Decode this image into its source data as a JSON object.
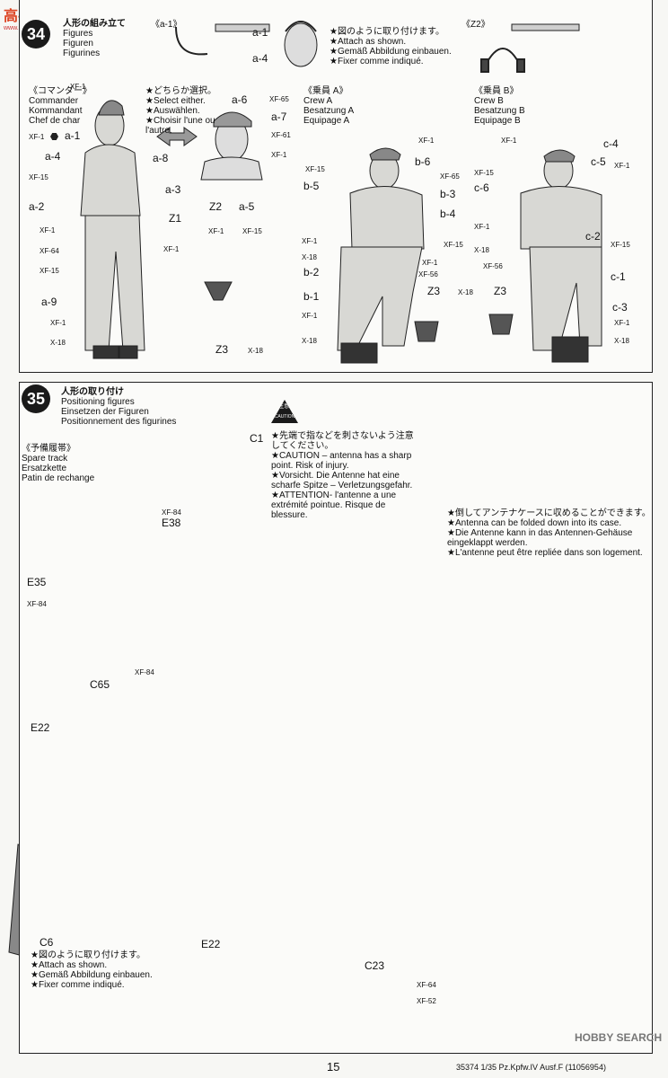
{
  "watermark": {
    "site": "高手网",
    "url": "www.gaoshou.com"
  },
  "step34": {
    "number": "34",
    "title_jp": "人形の組み立て",
    "title_en": "Figures",
    "title_de": "Figuren",
    "title_fr": "Figurines",
    "a1_header": "《a-1》",
    "z2_header": "《Z2》",
    "attach_jp": "★図のように取り付けます。",
    "attach_en": "★Attach as shown.",
    "attach_de": "★Gemäß Abbildung einbauen.",
    "attach_fr": "★Fixer comme indiqué.",
    "commander_jp": "《コマンダー》",
    "commander_en": "Commander",
    "commander_de": "Kommandant",
    "commander_fr": "Chef de char",
    "select_jp": "★どちらか選択。",
    "select_en": "★Select either.",
    "select_de": "★Auswählen.",
    "select_fr1": "★Choisir l'une ou",
    "select_fr2": "l'autre.",
    "crew_a_jp": "《乗員 A》",
    "crew_a_en": "Crew A",
    "crew_a_de": "Besatzung A",
    "crew_a_fr": "Equipage A",
    "crew_b_jp": "《乗員 B》",
    "crew_b_en": "Crew B",
    "crew_b_de": "Besatzung B",
    "crew_b_fr": "Equipage B",
    "parts": {
      "a1": "a-1",
      "a2": "a-2",
      "a3": "a-3",
      "a4": "a-4",
      "a5": "a-5",
      "a6": "a-6",
      "a7": "a-7",
      "a8": "a-8",
      "a9": "a-9",
      "b1": "b-1",
      "b2": "b-2",
      "b3": "b-3",
      "b4": "b-4",
      "b5": "b-5",
      "b6": "b-6",
      "c1": "c-1",
      "c2": "c-2",
      "c3": "c-3",
      "c4": "c-4",
      "c5": "c-5",
      "c6": "c-6",
      "z1": "Z1",
      "z2": "Z2",
      "z3": "Z3"
    },
    "colors": {
      "xf1": "XF-1",
      "xf15": "XF-15",
      "xf61": "XF-61",
      "xf64": "XF-64",
      "xf65": "XF-65",
      "xf56": "XF-56",
      "x18": "X-18"
    }
  },
  "step35": {
    "number": "35",
    "title_jp": "人形の取り付け",
    "title_en": "Positioning figures",
    "title_de": "Einsetzen der Figuren",
    "title_fr": "Positionnement des figurines",
    "spare_jp": "《予備履帯》",
    "spare_en": "Spare track",
    "spare_de": "Ersatzkette",
    "spare_fr": "Patin de rechange",
    "caution_icon_jp": "注意!",
    "caution_icon_en": "CAUTION",
    "caution_jp1": "★先端で指などを刺さないよう注意",
    "caution_jp2": "してください。",
    "caution_en1": "★CAUTION – antenna has a sharp",
    "caution_en2": "point. Risk of injury.",
    "caution_de1": "★Vorsicht. Die Antenne hat eine",
    "caution_de2": "scharfe Spitze – Verletzungsgefahr.",
    "caution_fr1": "★ATTENTION- l'antenne a une",
    "caution_fr2": "extrémité pointue. Risque de",
    "caution_fr3": "blessure.",
    "fold_jp": "★倒してアンテナケースに収めることができます。",
    "fold_en": "★Antenna can be folded down into its case.",
    "fold_de1": "★Die Antenne kann in das Antennen-Gehäuse",
    "fold_de2": "eingeklappt werden.",
    "fold_fr": "★L'antenne peut être repliée dans son logement.",
    "attach_jp": "★図のように取り付けます。",
    "attach_en": "★Attach as shown.",
    "attach_de": "★Gemäß Abbildung einbauen.",
    "attach_fr": "★Fixer comme indiqué.",
    "parts": {
      "c1": "C1",
      "c6": "C6",
      "c23": "C23",
      "c65": "C65",
      "e22": "E22",
      "e35": "E35",
      "e38": "E38"
    },
    "colors": {
      "xf84": "XF-84",
      "xf64": "XF-64",
      "xf52": "XF-52"
    }
  },
  "footer": {
    "page": "15",
    "code": "35374 1/35 Pz.Kpfw.IV Ausf.F (11056954)",
    "brand": "HOBBY SEARCH"
  }
}
